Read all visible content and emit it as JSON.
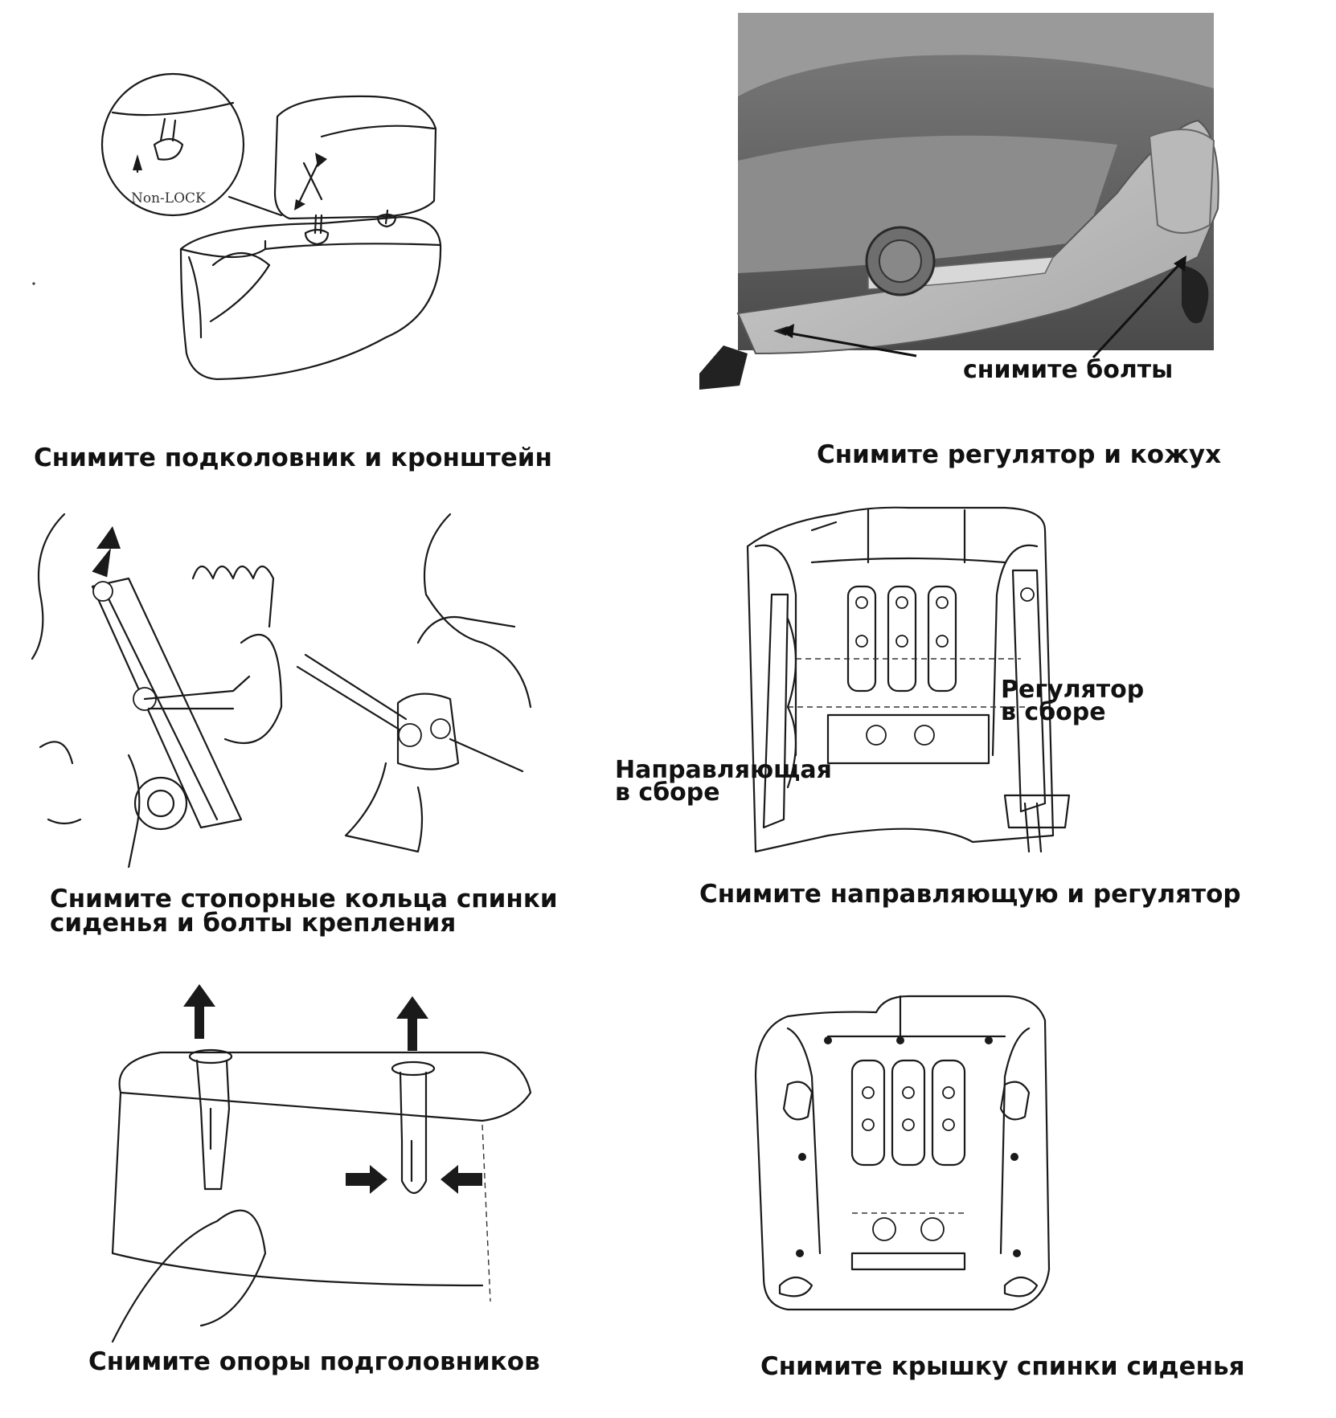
{
  "panels": {
    "p1": {
      "inset_label": "Non-LOCK",
      "caption": "Снимите подколовник и кронштейн"
    },
    "p2": {
      "callout": "снимите болты",
      "caption": "Снимите регулятор и кожух"
    },
    "p3": {
      "caption_line1": "Снимите стопорные кольца спинки",
      "caption_line2": "сиденья и болты крепления"
    },
    "p4": {
      "right_label_line1": "Регулятор",
      "right_label_line2": "в сборе",
      "left_label_line1": "Направляющая",
      "left_label_line2": "в сборе",
      "caption": "Снимите направляющую и регулятор"
    },
    "p5": {
      "caption": "Снимите опоры подголовников"
    },
    "p6": {
      "caption": "Снимите крышку  спинки сиденья"
    }
  }
}
